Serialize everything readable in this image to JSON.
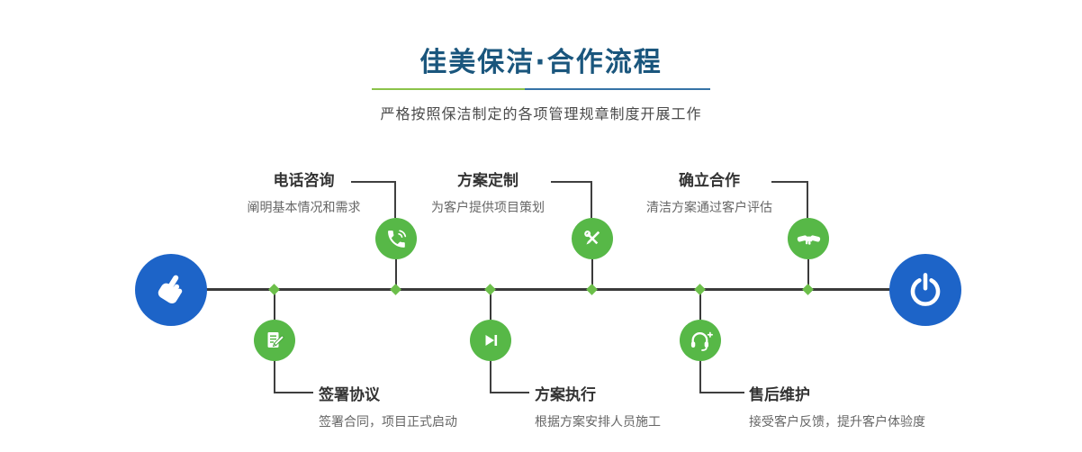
{
  "header": {
    "title": "佳美保洁·合作流程",
    "subtitle": "严格按照保洁制定的各项管理规章制度开展工作"
  },
  "timeline": {
    "start_icon": "pointer-hand-icon",
    "end_icon": "power-icon"
  },
  "steps": [
    {
      "title": "电话咨询",
      "desc": "阐明基本情况和需求",
      "side": "top",
      "icon": "phone-icon"
    },
    {
      "title": "签署协议",
      "desc": "签署合同，项目正式启动",
      "side": "bottom",
      "icon": "document-pen-icon"
    },
    {
      "title": "方案定制",
      "desc": "为客户提供项目策划",
      "side": "top",
      "icon": "design-tools-icon"
    },
    {
      "title": "方案执行",
      "desc": "根据方案安排人员施工",
      "side": "bottom",
      "icon": "play-icon"
    },
    {
      "title": "确立合作",
      "desc": "清洁方案通过客户评估",
      "side": "top",
      "icon": "handshake-icon"
    },
    {
      "title": "售后维护",
      "desc": "接受客户反馈，提升客户体验度",
      "side": "bottom",
      "icon": "headset-plus-icon"
    }
  ],
  "colors": {
    "title": "#1a567d",
    "accent_green": "#57b847",
    "accent_blue": "#1d64c8",
    "divider_green": "#8bc34a",
    "divider_blue": "#3573a6",
    "line": "#3a3a3a"
  }
}
